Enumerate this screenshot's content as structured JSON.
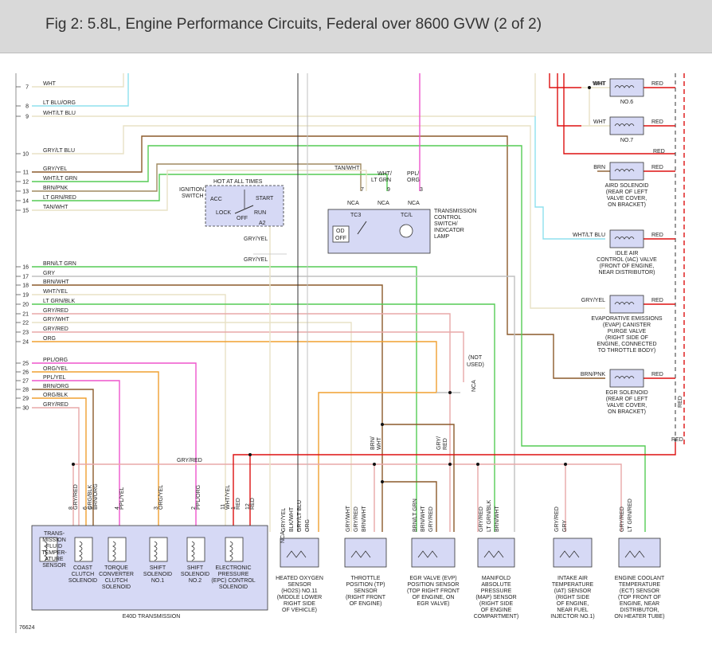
{
  "figure": {
    "title": "Fig 2: 5.8L, Engine Performance Circuits, Federal over 8600 GVW (2 of 2)",
    "code": "76624"
  },
  "colors": {
    "WHT": "#e8e2c6",
    "LT_BLU": "#8fe0ee",
    "TAN": "#a08a60",
    "LT_GRN": "#55cc55",
    "BRN": "#8b5a2b",
    "PNK": "#ee55cc",
    "GRY": "#c0c0c0",
    "ORG": "#f0a030",
    "RED": "#dd1111",
    "GRY_RED": "#e8a8a8",
    "BLK": "#333333"
  },
  "left_wires": [
    {
      "num": "7",
      "label": "WHT"
    },
    {
      "num": "8",
      "label": "LT BLU/ORG"
    },
    {
      "num": "9",
      "label": "WHT/LT BLU"
    },
    {
      "num": "10",
      "label": "GRY/LT BLU"
    },
    {
      "num": "11",
      "label": "GRY/YEL"
    },
    {
      "num": "12",
      "label": "WHT/LT GRN"
    },
    {
      "num": "13",
      "label": "BRN/PNK"
    },
    {
      "num": "14",
      "label": "LT GRN/RED"
    },
    {
      "num": "15",
      "label": "TAN/WHT"
    },
    {
      "num": "16",
      "label": "BRN/LT GRN"
    },
    {
      "num": "17",
      "label": "GRY"
    },
    {
      "num": "18",
      "label": "BRN/WHT"
    },
    {
      "num": "19",
      "label": "WHT/YEL"
    },
    {
      "num": "20",
      "label": "LT GRN/BLK"
    },
    {
      "num": "21",
      "label": "GRY/RED"
    },
    {
      "num": "22",
      "label": "GRY/WHT"
    },
    {
      "num": "23",
      "label": "GRY/RED"
    },
    {
      "num": "24",
      "label": "ORG"
    },
    {
      "num": "25",
      "label": "PPL/ORG"
    },
    {
      "num": "26",
      "label": "ORG/YEL"
    },
    {
      "num": "27",
      "label": "PPL/YEL"
    },
    {
      "num": "28",
      "label": "BRN/ORG"
    },
    {
      "num": "29",
      "label": "ORG/BLK"
    },
    {
      "num": "30",
      "label": "GRY/RED"
    }
  ],
  "ignition_switch": {
    "name_line1": "IGNITION",
    "name_line2": "SWITCH",
    "hot_label": "HOT AT ALL TIMES",
    "acc": "ACC",
    "start": "START",
    "lock": "LOCK",
    "run": "RUN",
    "off": "OFF",
    "a2": "A2",
    "wire1": "GRY/YEL",
    "wire2": "GRY/YEL"
  },
  "tcs": {
    "tan_wht": "TAN/WHT",
    "wht_lt_grn_1": "WHT/",
    "wht_lt_grn_2": "LT GRN",
    "ppl_org_1": "PPL/",
    "ppl_org_2": "ORG",
    "pin7": "7",
    "pin9": "9",
    "pin3": "3",
    "nca1": "NCA",
    "nca2": "NCA",
    "nca3": "NCA",
    "tc3": "TC3",
    "tcil": "TC/L",
    "od": "OD",
    "off": "OFF",
    "name_lines": [
      "TRANSMISSION",
      "CONTROL",
      "SWITCH/",
      "INDICATOR",
      "LAMP"
    ]
  },
  "right_components": [
    {
      "wire": "WHT",
      "pin": "WHT",
      "out": "RED",
      "name_lines": [
        "NO.6"
      ]
    },
    {
      "wire": "",
      "pin": "WHT",
      "out": "RED",
      "name_lines": [
        "NO.7"
      ]
    },
    {
      "wire": "BRN",
      "pin": "",
      "out": "RED",
      "name_lines": [
        "AIRD SOLENOID",
        "(REAR OF LEFT",
        "VALVE COVER,",
        "ON BRACKET)"
      ]
    },
    {
      "wire": "WHT/LT BLU",
      "pin": "",
      "out": "RED",
      "name_lines": [
        "IDLE AIR",
        "CONTROL (IAC) VALVE",
        "(FRONT OF ENGINE,",
        "NEAR DISTRIBUTOR)"
      ]
    },
    {
      "wire": "GRY/YEL",
      "pin": "",
      "out": "RED",
      "name_lines": [
        "EVAPORATIVE EMISSIONS",
        "(EVAP) CANISTER",
        "PURGE VALVE",
        "(RIGHT SIDE OF",
        "ENGINE, CONNECTED",
        "TO THROTTLE BODY)"
      ]
    },
    {
      "wire": "BRN/PNK",
      "pin": "",
      "out": "RED",
      "name_lines": [
        "EGR SOLENOID",
        "(REAR OF LEFT",
        "VALVE COVER,",
        "ON BRACKET)"
      ]
    }
  ],
  "misc_labels": {
    "red_top": "RED",
    "red_side": "RED",
    "red_bottom": "RED",
    "gry_red_bus": "GRY/RED",
    "not_used_1": "(NOT",
    "not_used_2": "USED)",
    "nca_splice": "NCA",
    "brn_wht_1": "BRN/",
    "brn_wht_2": "WHT",
    "gry_red_v1": "GRY/",
    "gry_red_v2": "RED"
  },
  "transmission": {
    "title": "E40D TRANSMISSION",
    "pins": [
      {
        "num": "8",
        "label": "GRY/RED"
      },
      {
        "num": "6",
        "label": "ORG/BLK"
      },
      {
        "num": "5",
        "label": "BRN/ORG"
      },
      {
        "num": "4",
        "label": "PPL/YEL"
      },
      {
        "num": "3",
        "label": "ORG/YEL"
      },
      {
        "num": "2",
        "label": "PPL/ORG"
      },
      {
        "num": "11",
        "label": "WHT/YEL"
      },
      {
        "num": "1",
        "label": "RED"
      },
      {
        "num": "12",
        "label": "RED"
      }
    ],
    "components": [
      {
        "lines": [
          "TRANS-",
          "MISSION",
          "FLUID",
          "TEMPER-",
          "ATURE",
          "SENSOR"
        ]
      },
      {
        "lines": [
          "COAST",
          "CLUTCH",
          "SOLENOID"
        ]
      },
      {
        "lines": [
          "TORQUE",
          "CONVERTER",
          "CLUTCH",
          "SOLENOID"
        ]
      },
      {
        "lines": [
          "SHIFT",
          "SOLENOID",
          "NO.1"
        ]
      },
      {
        "lines": [
          "SHIFT",
          "SOLENOID",
          "NO.2"
        ]
      },
      {
        "lines": [
          "ELECTRONIC",
          "PRESSURE",
          "(EPC) CONTROL",
          "SOLENOID"
        ]
      }
    ]
  },
  "sensors": [
    {
      "wires": [
        "GRY/YEL",
        "BLK/WHT",
        "GRY/LT BLU",
        "ORG"
      ],
      "pins": [
        "NCA",
        "",
        "",
        ""
      ],
      "lines": [
        "HEATED OXYGEN",
        "SENSOR",
        "(HO2S) NO.11",
        "(MIDDLE LOWER",
        "RIGHT SIDE",
        "OF VEHICLE)"
      ]
    },
    {
      "wires": [
        "GRY/WHT",
        "GRY/RED",
        "BRN/WHT"
      ],
      "pins": [],
      "lines": [
        "THROTTLE",
        "POSITION (TP)",
        "SENSOR",
        "(RIGHT FRONT",
        "OF ENGINE)"
      ]
    },
    {
      "wires": [
        "BRN/LT GRN",
        "BRN/WHT",
        "GRY/RED"
      ],
      "pins": [],
      "lines": [
        "EGR VALVE (EVP)",
        "POSITION SENSOR",
        "(TOP RIGHT FRONT",
        "OF ENGINE, ON",
        "EGR VALVE)"
      ]
    },
    {
      "wires": [
        "GRY/RED",
        "LT GRN/BLK",
        "BRN/WHT"
      ],
      "pins": [],
      "lines": [
        "MANIFOLD",
        "ABSOLUTE",
        "PRESSURE",
        "(MAP) SENSOR",
        "(RIGHT SIDE",
        "OF ENGINE",
        "COMPARTMENT)"
      ]
    },
    {
      "wires": [
        "GRY/RED",
        "GRY"
      ],
      "pins": [],
      "lines": [
        "INTAKE AIR",
        "TEMPERATURE",
        "(IAT) SENSOR",
        "(RIGHT SIDE",
        "OF ENGINE,",
        "NEAR FUEL",
        "INJECTOR NO.1)"
      ]
    },
    {
      "wires": [
        "GRY/RED",
        "LT GRN/RED"
      ],
      "pins": [],
      "lines": [
        "ENGINE COOLANT",
        "TEMPERATURE",
        "(ECT) SENSOR",
        "(TOP FRONT OF",
        "ENGINE, NEAR",
        "DISTRIBUTOR,",
        "ON HEATER TUBE)"
      ]
    }
  ]
}
